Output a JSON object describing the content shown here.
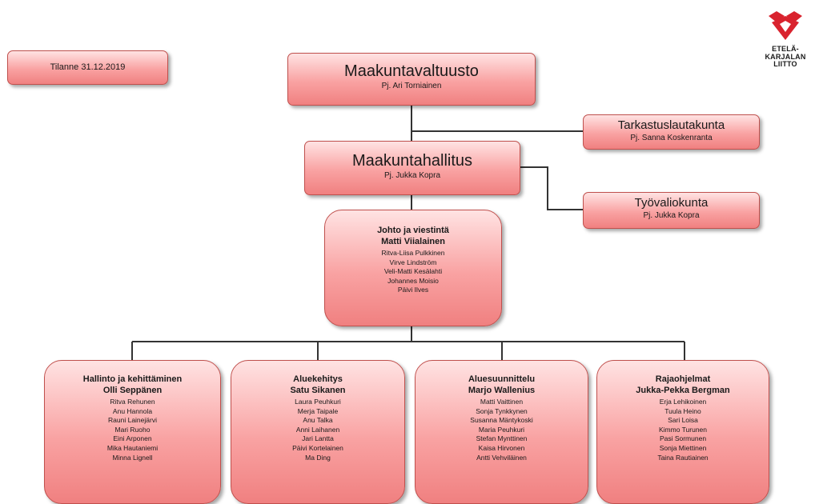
{
  "status_label": "Tilanne 31.12.2019",
  "council": {
    "title": "Maakuntavaltuusto",
    "chair": "Pj. Ari Torniainen"
  },
  "audit": {
    "title": "Tarkastuslautakunta",
    "chair": "Pj. Sanna Koskenranta"
  },
  "board": {
    "title": "Maakuntahallitus",
    "chair": "Pj. Jukka Kopra"
  },
  "executive": {
    "title": "Työvaliokunta",
    "chair": "Pj. Jukka Kopra"
  },
  "management": {
    "title": "Johto ja viestintä",
    "head": "Matti Viialainen",
    "members": [
      "Ritva-Liisa Pulkkinen",
      "Virve Lindström",
      "Veli-Matti Kesälahti",
      "Johannes Moisio",
      "Päivi Ilves"
    ]
  },
  "departments": [
    {
      "title": "Hallinto  ja kehittäminen",
      "head": "Olli Seppänen",
      "members": [
        "Ritva Rehunen",
        "Anu Hannola",
        "Rauni Lainejärvi",
        "Mari Ruoho",
        "Eini Arponen",
        "Mika Hautaniemi",
        "Minna Lignell"
      ]
    },
    {
      "title": "Aluekehitys",
      "head": "Satu Sikanen",
      "members": [
        "Laura Peuhkuri",
        "Merja Taipale",
        "Anu Talka",
        "Anni Laihanen",
        "Jari Lantta",
        "Päivi Kortelainen",
        "Ma Ding"
      ]
    },
    {
      "title": "Aluesuunnittelu",
      "head": "Marjo Wallenius",
      "members": [
        "Matti Vaittinen",
        "Sonja Tynkkynen",
        "Susanna Mäntykoski",
        "Maria Peuhkuri",
        "Stefan Mynttinen",
        "Kaisa Hirvonen",
        "Antti Vehviläinen"
      ]
    },
    {
      "title": "Rajaohjelmat",
      "head": "Jukka-Pekka Bergman",
      "members": [
        "Erja Lehikoinen",
        "Tuula Heino",
        "Sari Loisa",
        "Kimmo Turunen",
        "Pasi Sormunen",
        "Sonja Miettinen",
        "Taina Rautiainen"
      ]
    }
  ],
  "logo": {
    "line1": "ETELÄ-",
    "line2": "KARJALAN",
    "line3": "LIITTO",
    "color": "#d9232e"
  }
}
